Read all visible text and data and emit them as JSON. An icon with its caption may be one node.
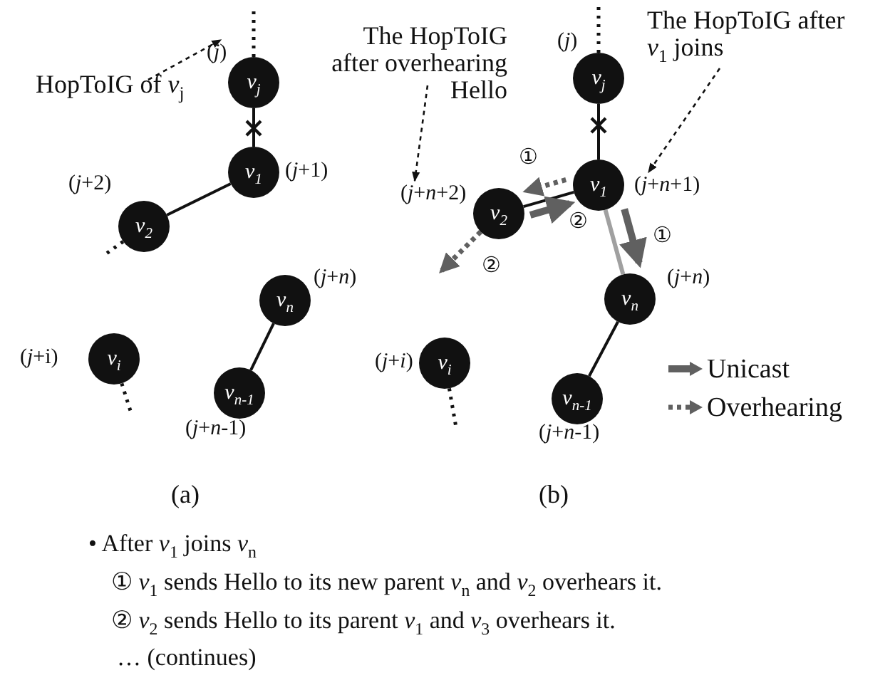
{
  "diagram": {
    "nodes": [
      {
        "text": [
          "v$_{j}$"
        ],
        "beside": [
          "(*j*)"
        ]
      },
      {
        "text": [
          "v$_{1}$"
        ],
        "beside": [
          "(*j*+1)"
        ]
      },
      {
        "text": [
          "v$_{2}$"
        ],
        "beside": [
          "(*j*+2)"
        ]
      },
      {
        "text": [
          "v$_{n}$"
        ],
        "beside": [
          "(*j*+*n*)"
        ]
      },
      {
        "text": [
          "v$_{i}$"
        ],
        "beside": [
          "(*j*+i)"
        ]
      },
      {
        "text": [
          "v$_{n-1}$"
        ],
        "beside": [
          "(*j*+*n*-1)"
        ]
      },
      {
        "text": [
          "HopToIG of *v*$_{j}$"
        ]
      },
      {
        "text": [
          "v$_{j}$"
        ],
        "beside": [
          "(*j*)"
        ]
      },
      {
        "text": [
          "v$_{1}$"
        ],
        "beside": [
          "(*j*+*n*+1)"
        ]
      },
      {
        "text": [
          "v$_{2}$"
        ],
        "beside": [
          "(*j*+*n*+2)"
        ]
      },
      {
        "text": [
          "v$_{n}$"
        ],
        "beside": [
          "(*j*+*n*)"
        ]
      },
      {
        "text": [
          "v$_{i}$"
        ],
        "beside": [
          "(*j*+*i*)"
        ]
      },
      {
        "text": [
          "v$_{n-1}$"
        ],
        "beside": [
          "(*j*+*n*-1)"
        ]
      },
      {
        "text": [
          "The HopToIG after overhearing Hello"
        ]
      },
      {
        "text": [
          "The HopToIG after *v*$_{1}$ joins"
        ]
      }
    ],
    "edges": [
      {
        "from": 0,
        "to": 1,
        "arrow": "none"
      },
      {
        "from": 1,
        "to": 2,
        "arrow": "none"
      },
      {
        "from": 2,
        "to": null,
        "arrow": "none",
        "style": "dashed"
      },
      {
        "from": 0,
        "to": null,
        "arrow": "none",
        "style": "dashed"
      },
      {
        "from": 4,
        "to": null,
        "arrow": "none",
        "style": "dashed"
      },
      {
        "from": 3,
        "to": 5,
        "arrow": "none"
      },
      {
        "from": 6,
        "to": 0,
        "arrow": "to",
        "style": "dashed"
      },
      {
        "from": 7,
        "to": 8,
        "arrow": "none"
      },
      {
        "from": 8,
        "to": 9,
        "arrow": "none"
      },
      {
        "from": 8,
        "to": 10,
        "arrow": "none",
        "color": "#a0a0a0"
      },
      {
        "from": 10,
        "to": 12,
        "arrow": "none"
      },
      {
        "from": 7,
        "to": null,
        "arrow": "none",
        "style": "dashed"
      },
      {
        "from": 11,
        "to": null,
        "arrow": "none",
        "style": "dashed"
      },
      {
        "from": 13,
        "to": 9,
        "arrow": "to",
        "style": "dashed"
      },
      {
        "from": 14,
        "to": 8,
        "arrow": "to",
        "style": "dashed"
      },
      {
        "from": 8,
        "to": 10,
        "arrow": "to",
        "label": "①",
        "style": "thick",
        "color": "#606060"
      },
      {
        "from": 8,
        "to": 9,
        "arrow": "to",
        "label": "①",
        "style": "dashed",
        "color": "#606060"
      },
      {
        "from": 9,
        "to": 8,
        "arrow": "to",
        "label": "②",
        "style": "thick",
        "color": "#606060"
      },
      {
        "from": 9,
        "to": null,
        "arrow": "to",
        "label": "②",
        "style": "dashed",
        "color": "#606060"
      }
    ],
    "labels": [
      "(a)",
      "(b)",
      "• After *v*$_{1}$ joins *v*$_{n}$",
      "① *v*$_{1}$ sends Hello to its new parent *v*$_{n}$ and *v*$_{2}$ overhears it.",
      "② *v*$_{2}$ sends Hello to its parent *v*$_{1}$ and *v*$_{3}$ overhears it.",
      "… (continues)"
    ],
    "legend": [
      {
        "text": "Unicast"
      },
      {
        "text": "Overhearing"
      }
    ]
  }
}
